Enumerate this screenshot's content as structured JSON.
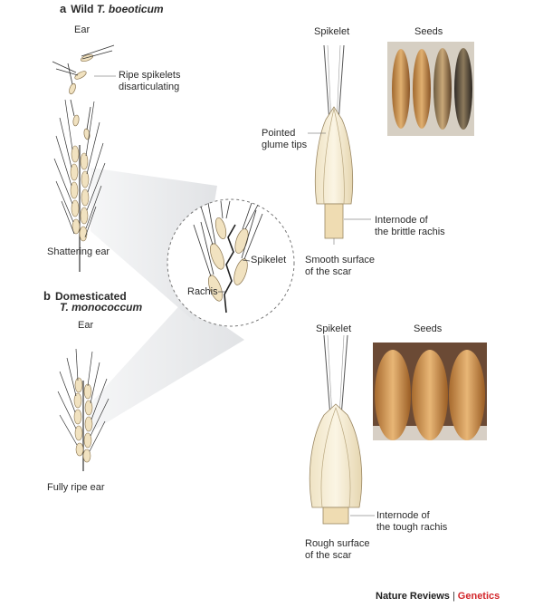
{
  "panel_a": {
    "letter": "a",
    "title_plain": "Wild ",
    "title_italic": "T. boeoticum",
    "ear_label": "Ear",
    "ripe_label_1": "Ripe spikelets",
    "ripe_label_2": "disarticulating",
    "shattering_label": "Shattering ear",
    "spikelet_label": "Spikelet",
    "seeds_label": "Seeds",
    "glume_label_1": "Pointed",
    "glume_label_2": "glume tips",
    "internode_label_1": "Internode of",
    "internode_label_2": "the brittle rachis",
    "scar_label_1": "Smooth surface",
    "scar_label_2": "of the scar"
  },
  "inset": {
    "spikelet_label": "Spikelet",
    "rachis_label": "Rachis"
  },
  "panel_b": {
    "letter": "b",
    "title_line1": "Domesticated",
    "title_line2": "T. monococcum",
    "ear_label": "Ear",
    "ripe_ear_label": "Fully ripe ear",
    "spikelet_label": "Spikelet",
    "seeds_label": "Seeds",
    "internode_label_1": "Internode of",
    "internode_label_2": "the tough rachis",
    "scar_label_1": "Rough surface",
    "scar_label_2": "of the scar"
  },
  "credit": {
    "journal": "Nature Reviews",
    "separator": "|",
    "section": "Genetics"
  },
  "colors": {
    "spikelet_fill": "#f1e2c0",
    "awn_stroke": "#333333",
    "seed_wild_dark": "#5a3a1e",
    "seed_domesticated": "#c98a45",
    "credit_accent": "#d2262a",
    "zoom_cone": "#e6e7e9"
  }
}
